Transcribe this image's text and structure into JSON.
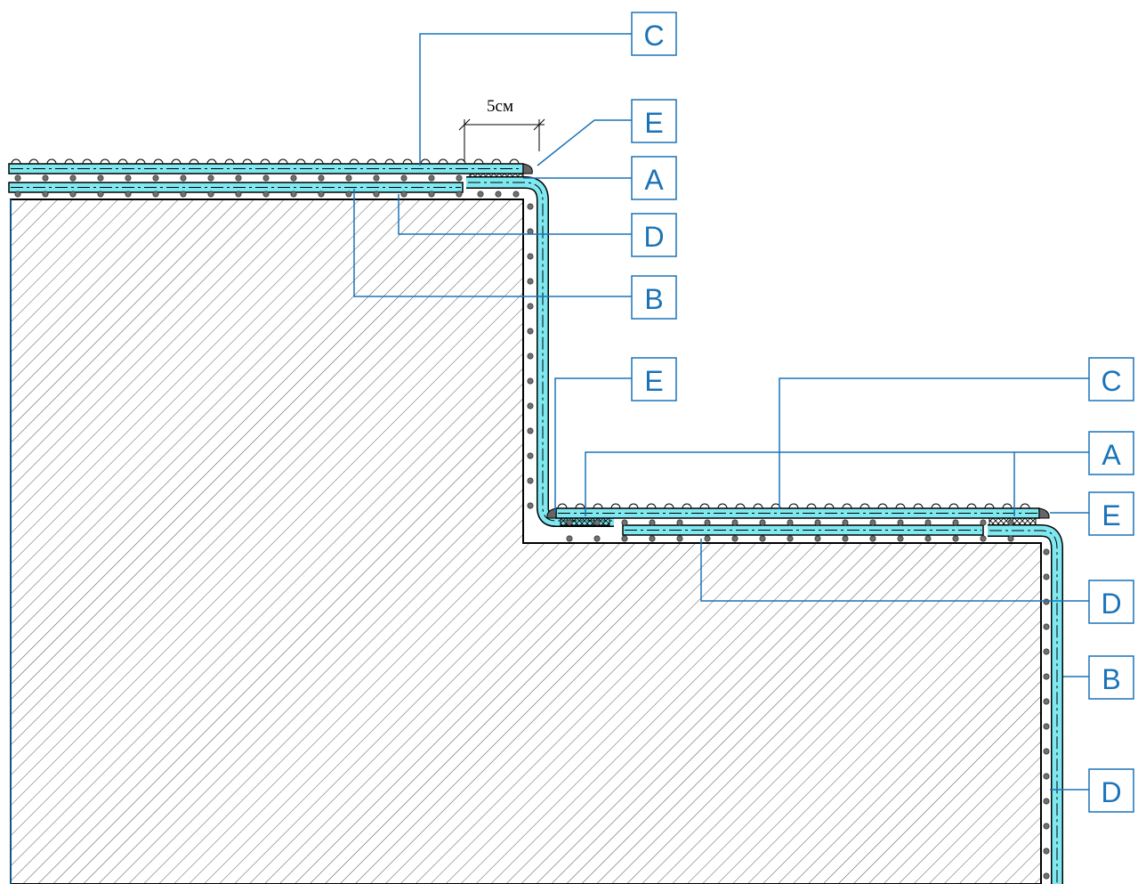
{
  "colors": {
    "callout": "#1a73b8",
    "membrane": "#7fe8f0",
    "outline": "#000000",
    "hatch": "#555555",
    "stud": "#707070",
    "background": "#ffffff"
  },
  "dimension": {
    "text": "5см"
  },
  "callouts": [
    {
      "id": "c-top",
      "letter": "C"
    },
    {
      "id": "e-top",
      "letter": "E"
    },
    {
      "id": "a-top",
      "letter": "A"
    },
    {
      "id": "d-top",
      "letter": "D"
    },
    {
      "id": "b-top",
      "letter": "B"
    },
    {
      "id": "e-mid",
      "letter": "E"
    },
    {
      "id": "c-right",
      "letter": "C"
    },
    {
      "id": "a-right",
      "letter": "A"
    },
    {
      "id": "e-right",
      "letter": "E"
    },
    {
      "id": "d-right",
      "letter": "D"
    },
    {
      "id": "b-right",
      "letter": "B"
    },
    {
      "id": "d-bottom",
      "letter": "D"
    }
  ]
}
